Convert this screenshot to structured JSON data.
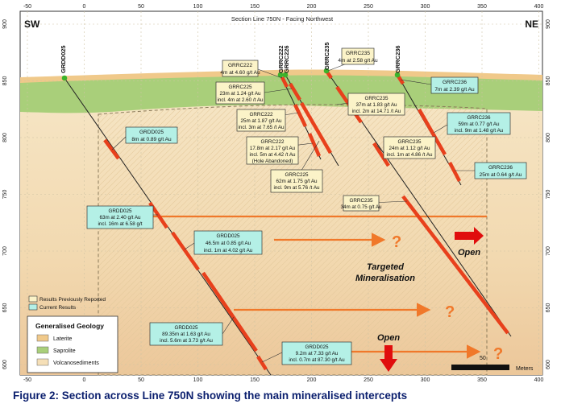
{
  "figure": {
    "title": "Section Line 750N - Facing Northwest",
    "corner_left": "SW",
    "corner_right": "NE",
    "caption": "Figure 2: Section across Line 750N showing the main mineralised intercepts"
  },
  "axes": {
    "x_ticks": [
      "-50",
      "0",
      "50",
      "100",
      "150",
      "200",
      "250",
      "300",
      "350",
      "400"
    ],
    "y_ticks": [
      "900",
      "850",
      "800",
      "750",
      "700",
      "650",
      "600"
    ]
  },
  "holes": [
    {
      "name": "GRDD025"
    },
    {
      "name": "GRRC222"
    },
    {
      "name": "GRRC226"
    },
    {
      "name": "GRRC235"
    },
    {
      "name": "GRRC236"
    }
  ],
  "labels": {
    "c222_top": [
      "GRRC222",
      "4m at 4.60 g/t Au"
    ],
    "c235_top": [
      "GRRC235",
      "4m at 2.58 g/t Au"
    ],
    "c225_a": [
      "GRRC225",
      "23m at 1.24 g/t Au",
      "incl. 4m at 2.60 /t Au"
    ],
    "c222_b": [
      "GRRC222",
      "25m at 1.87 g/t Au",
      "incl. 3m at 7.65 /t Au"
    ],
    "c222_c": [
      "GRRC222",
      "17.8m at 2.17 g/t Au",
      "incl. 5m at 4.42 /t Au",
      "(Hole Abandoned)"
    ],
    "c225_b": [
      "GRRC225",
      "62m at 1.75 g/t Au",
      "incl. 9m at 5.76 /t Au"
    ],
    "c235_a": [
      "GRRC235",
      "37m at 1.83 g/t Au",
      "incl. 2m at 14.71 /t Au"
    ],
    "c235_b": [
      "GRRC235",
      "24m at 1.12 g/t Au",
      "incl. 1m at 4.86 /t Au"
    ],
    "c235_c": [
      "GRRC235",
      "34m at 0.75 g/t Au"
    ],
    "c236_a": [
      "GRRC236",
      "7m at 2.39 g/t Au"
    ],
    "c236_b": [
      "GRRC236",
      "59m at 0.77 g/t Au",
      "incl. 9m at 1.48 g/t Au"
    ],
    "c236_c": [
      "GRRC236",
      "25m at 0.64 g/t Au"
    ],
    "d025_a": [
      "GRDD025",
      "8m at 0.89 g/t Au"
    ],
    "d025_b": [
      "GRDD025",
      "63m at 2.40 g/t Au",
      "incl. 16m at 6.58 g/t"
    ],
    "d025_c": [
      "GRDD025",
      "46.5m at 0.85 g/t Au",
      "incl. 1m at 4.02 g/t Au"
    ],
    "d025_d": [
      "GRDD025",
      "89.35m at 1.63 g/t Au",
      "incl. 5.6m at 3.73 g/t Au"
    ],
    "d025_e": [
      "GRDD025",
      "9.2m at 7.33 g/t Au",
      "incl. 0.7m at 87.30 g/t Au"
    ]
  },
  "annotations": {
    "open_right": "Open",
    "open_bottom": "Open",
    "targeted": [
      "Targeted",
      "Mineralisation"
    ],
    "question": "?"
  },
  "legend_results": {
    "previous": "Results Previously Reported",
    "current": "Current Results"
  },
  "geology_legend": {
    "title": "Generalised Geology",
    "items": [
      {
        "label": "Laterite",
        "color": "#f0c98a"
      },
      {
        "label": "Saprolite",
        "color": "#a9cf7a"
      },
      {
        "label": "Volcanosediments",
        "color": "#f5dfb7"
      }
    ]
  },
  "scale_bar": {
    "value": "50",
    "unit": "Meters"
  },
  "colors": {
    "mineralised": "#e8401c",
    "target_arrow": "#f0782a",
    "previous_box": "#fbf3c8",
    "current_box": "#b4f0e6",
    "hole_collar": "#3cb32b"
  }
}
